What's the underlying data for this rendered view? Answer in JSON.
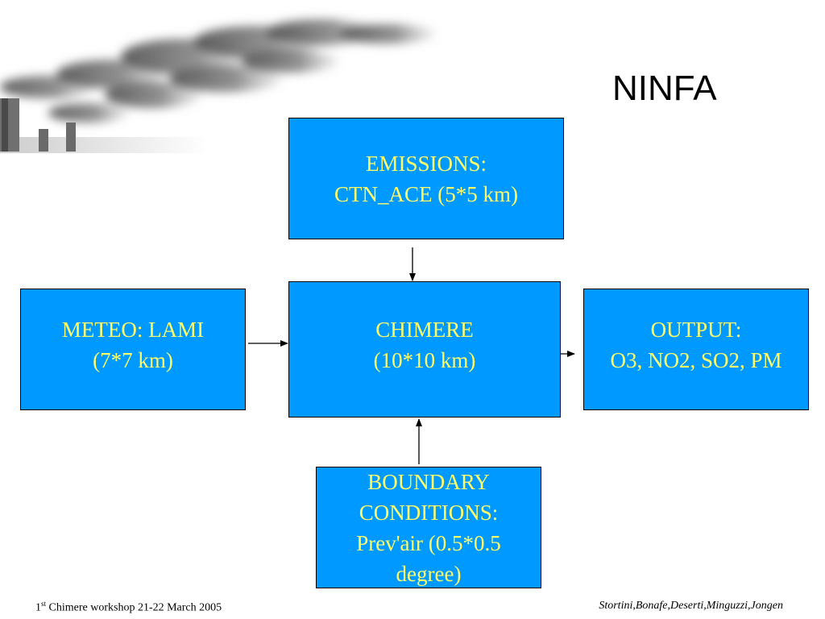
{
  "colors": {
    "box_fill": "#0099ff",
    "box_text": "#ffff66",
    "arrow": "#000000"
  },
  "slide": {
    "title": "NINFA"
  },
  "diagram": {
    "emissions": {
      "line1": "EMISSIONS:",
      "line2": "CTN_ACE (5*5 km)"
    },
    "meteo": {
      "line1": "METEO: LAMI",
      "line2": "(7*7 km)"
    },
    "chimere": {
      "line1": "CHIMERE",
      "line2": "(10*10 km)"
    },
    "output": {
      "line1": "OUTPUT:",
      "line2": "O3, NO2, SO2, PM"
    },
    "boundary": {
      "line1": "BOUNDARY",
      "line2": "CONDITIONS:",
      "line3": "Prev'air (0.5*0.5",
      "line4": "degree)"
    },
    "edges": [
      {
        "from": "emissions",
        "to": "chimere"
      },
      {
        "from": "meteo",
        "to": "chimere"
      },
      {
        "from": "chimere",
        "to": "output"
      },
      {
        "from": "boundary",
        "to": "chimere"
      }
    ]
  },
  "footer": {
    "left_prefix": "1",
    "left_sup": "st",
    "left_text": " Chimere workshop 21-22 March  2005",
    "right_text": "Stortini,Bonafe,Deserti,Minguzzi,Jongen"
  }
}
